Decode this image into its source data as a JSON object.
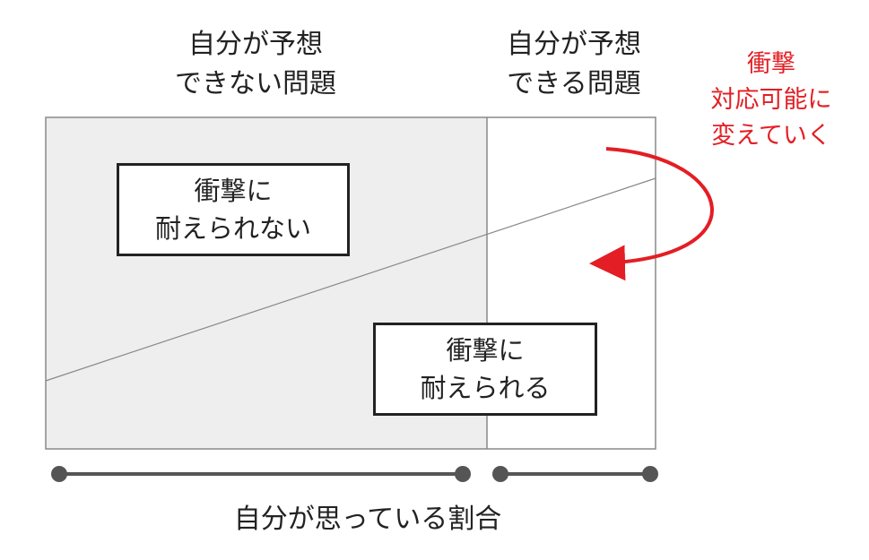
{
  "headers": {
    "left": [
      "自分が予想",
      "できない問題"
    ],
    "right": [
      "自分が予想",
      "できる問題"
    ]
  },
  "annotation": {
    "lines": [
      "衝撃",
      "対応可能に",
      "変えていく"
    ],
    "color": "#e31e24"
  },
  "boxes": {
    "cannot_withstand": [
      "衝撃に",
      "耐えられない"
    ],
    "can_withstand": [
      "衝撃に",
      "耐えられる"
    ]
  },
  "axis_label": "自分が思っている割合",
  "colors": {
    "shaded_region": "#eeeeee",
    "border": "#888888",
    "text": "#222222",
    "axis_dot": "#555555"
  }
}
